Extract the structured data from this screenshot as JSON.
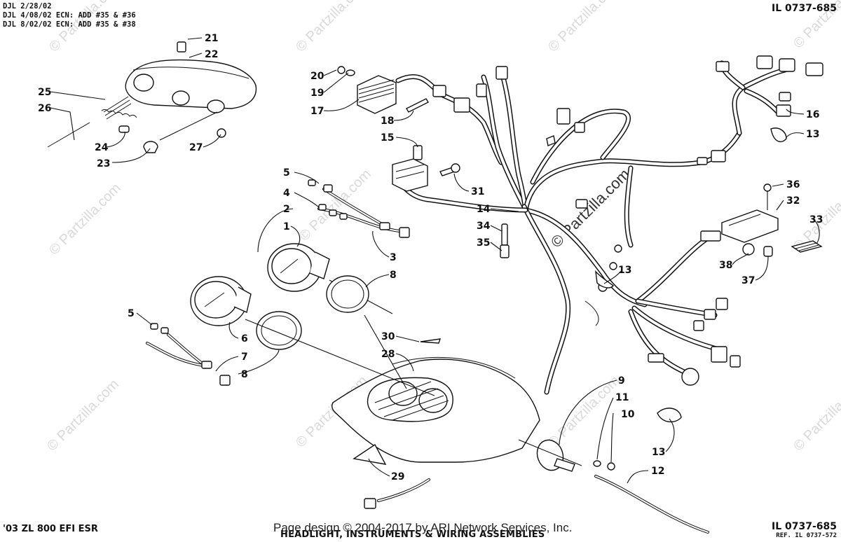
{
  "header": {
    "revision_notes": [
      "DJL 2/28/02",
      "DJL 4/08/02 ECN: ADD #35 & #36",
      "DJL 8/02/02 ECN: ADD #35 & #38"
    ],
    "illustration_id": "IL 0737-685"
  },
  "footer": {
    "model": "'03 ZL 800 EFI ESR",
    "assembly_title": "HEADLIGHT, INSTRUMENTS & WIRING ASSEMBLIES",
    "page_design": "Page design © 2004-2017 by ARI Network Services, Inc.",
    "illustration_id": "IL 0737-685",
    "reference": "REF. IL 0737-572"
  },
  "watermark": {
    "text": "© Partzilla.com"
  },
  "callouts": [
    {
      "id": "c1",
      "label": "1"
    },
    {
      "id": "c2",
      "label": "2"
    },
    {
      "id": "c3",
      "label": "3"
    },
    {
      "id": "c4",
      "label": "4"
    },
    {
      "id": "c5a",
      "label": "5"
    },
    {
      "id": "c5b",
      "label": "5"
    },
    {
      "id": "c6",
      "label": "6"
    },
    {
      "id": "c7",
      "label": "7"
    },
    {
      "id": "c8a",
      "label": "8"
    },
    {
      "id": "c8b",
      "label": "8"
    },
    {
      "id": "c9",
      "label": "9"
    },
    {
      "id": "c10",
      "label": "10"
    },
    {
      "id": "c11",
      "label": "11"
    },
    {
      "id": "c12",
      "label": "12"
    },
    {
      "id": "c13a",
      "label": "13"
    },
    {
      "id": "c13b",
      "label": "13"
    },
    {
      "id": "c13c",
      "label": "13"
    },
    {
      "id": "c14",
      "label": "14"
    },
    {
      "id": "c15",
      "label": "15"
    },
    {
      "id": "c16",
      "label": "16"
    },
    {
      "id": "c17",
      "label": "17"
    },
    {
      "id": "c18",
      "label": "18"
    },
    {
      "id": "c19",
      "label": "19"
    },
    {
      "id": "c20",
      "label": "20"
    },
    {
      "id": "c21",
      "label": "21"
    },
    {
      "id": "c22",
      "label": "22"
    },
    {
      "id": "c23",
      "label": "23"
    },
    {
      "id": "c24",
      "label": "24"
    },
    {
      "id": "c25",
      "label": "25"
    },
    {
      "id": "c26",
      "label": "26"
    },
    {
      "id": "c27",
      "label": "27"
    },
    {
      "id": "c28",
      "label": "28"
    },
    {
      "id": "c29",
      "label": "29"
    },
    {
      "id": "c30",
      "label": "30"
    },
    {
      "id": "c31",
      "label": "31"
    },
    {
      "id": "c32",
      "label": "32"
    },
    {
      "id": "c33",
      "label": "33"
    },
    {
      "id": "c34",
      "label": "34"
    },
    {
      "id": "c35",
      "label": "35"
    },
    {
      "id": "c36",
      "label": "36"
    },
    {
      "id": "c37",
      "label": "37"
    },
    {
      "id": "c38",
      "label": "38"
    }
  ]
}
